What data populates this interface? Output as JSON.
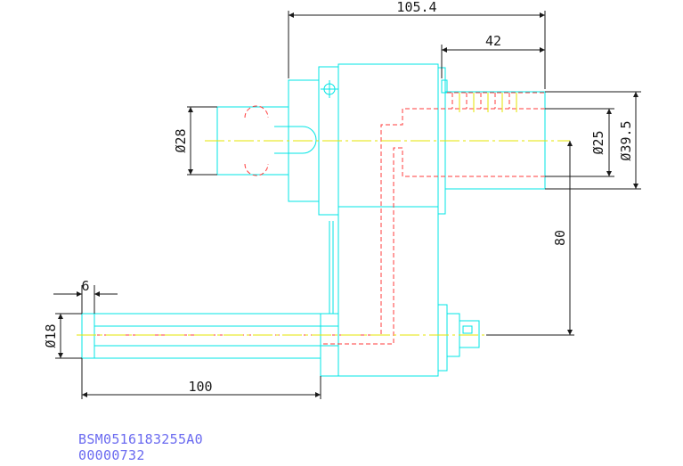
{
  "dimensions": {
    "overall_length": "105.4",
    "tool_body_length": "42",
    "shank_diameter": "Ø28",
    "bore_diameter": "Ø25",
    "outer_diameter": "Ø39.5",
    "center_height": "80",
    "offset": "6",
    "tool_diameter": "Ø18",
    "tool_length": "100"
  },
  "part_code": "BSM0516183255A0",
  "serial_number": "00000732",
  "colors": {
    "outline": "#00e5e5",
    "dimension": "#1a1a1a",
    "centerline": "#e6e600",
    "hidden": "#ff3b3b",
    "code_text": "#6a6af0"
  }
}
